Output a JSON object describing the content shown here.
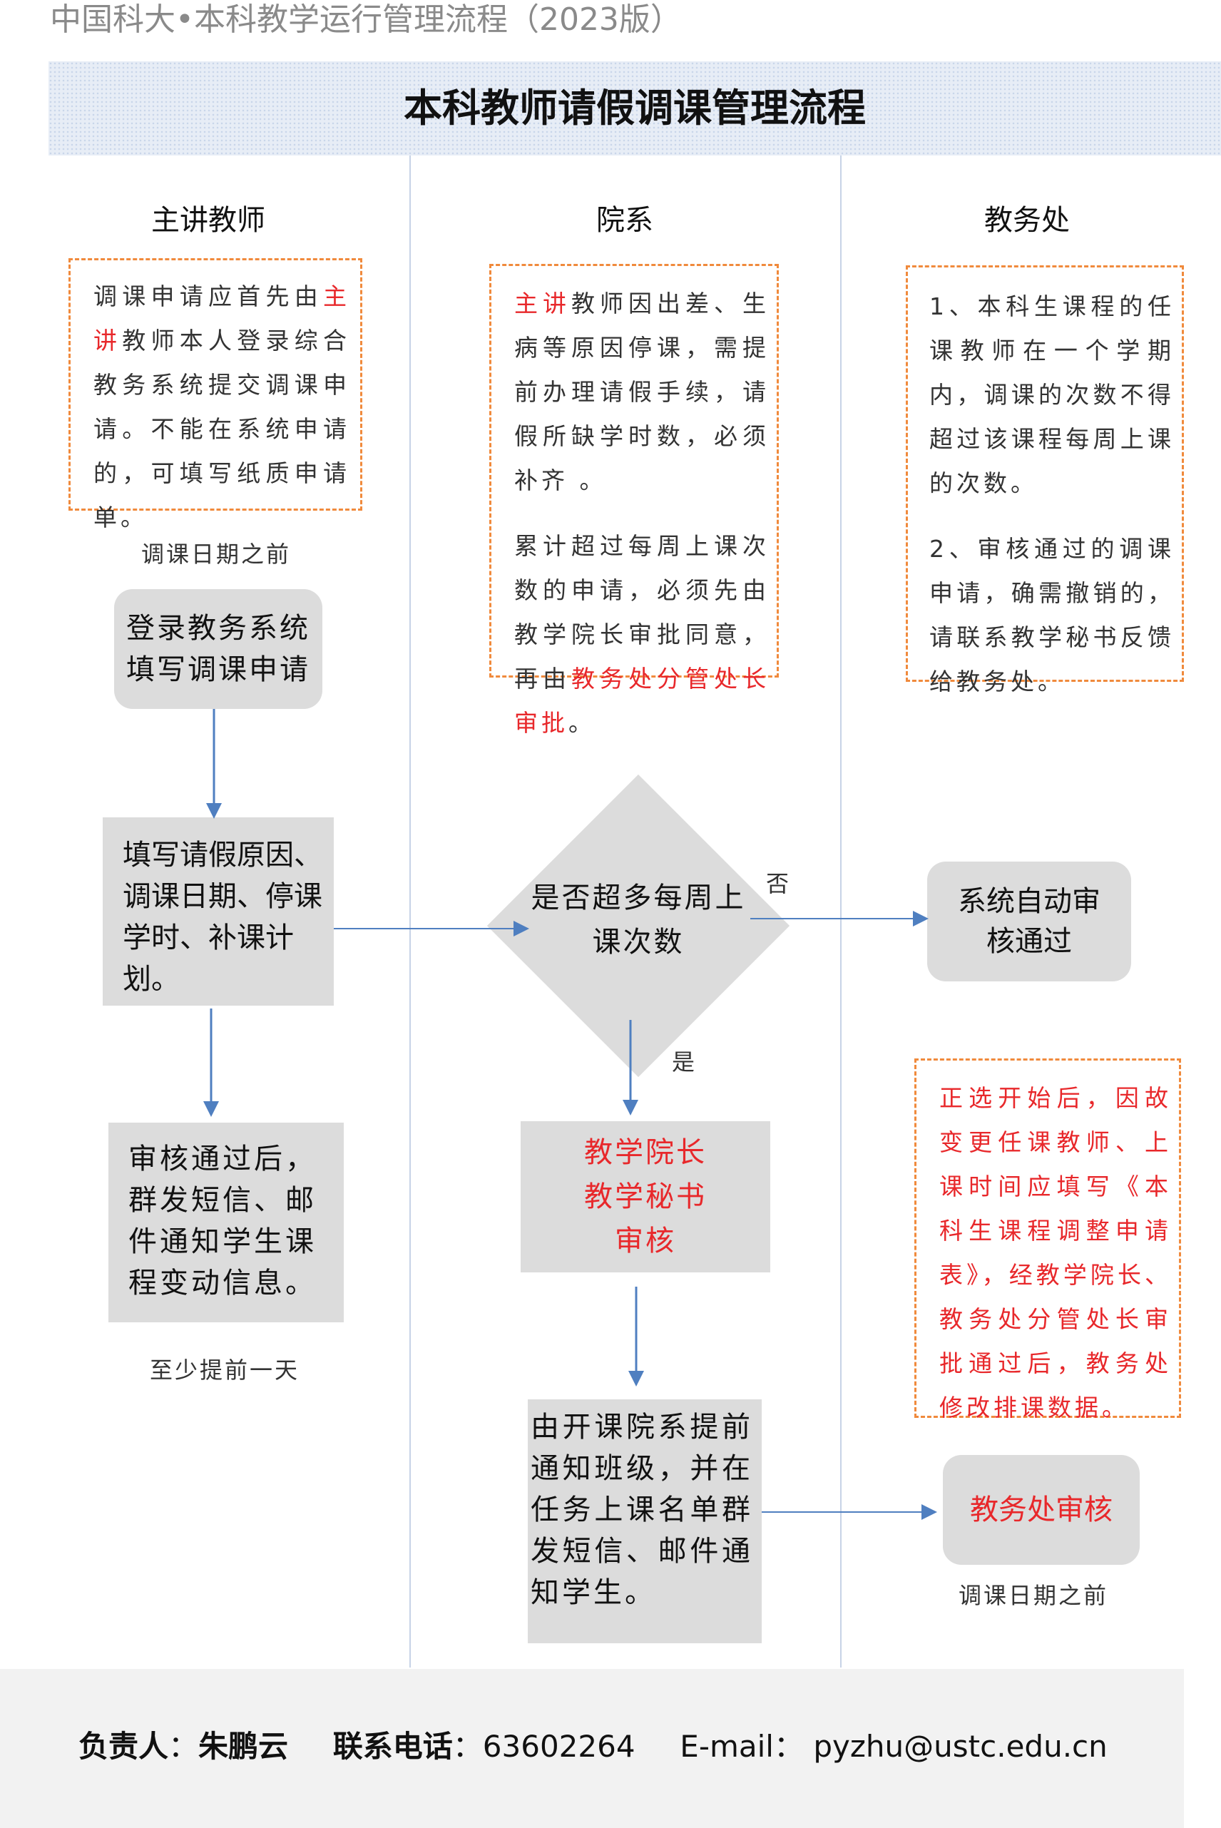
{
  "page": {
    "top_title": "中国科大•本科教学运行管理流程（2023版）",
    "banner_title": "本科教师请假调课管理流程"
  },
  "lanes": {
    "teacher": "主讲教师",
    "department": "院系",
    "office": "教务处"
  },
  "notes": {
    "teacher_note": {
      "part1": "调课申请应首先由",
      "part2_red": "主讲",
      "part3": "教师本人登录综合教务系统提交调课申请。不能在系统申请的，可填写纸质申请单。"
    },
    "dept_note": {
      "p1_red": "主讲",
      "p1": "教师因出差、生病等原因停课，需提前办理请假手续，请假所缺学时数，必须补齐  。",
      "p2": "累计超过每周上课次数的申请，必须先由教学院长审批同意，再由",
      "p2_red": "教务处分管处长审批",
      "p2_end": "。"
    },
    "office_note": {
      "p1": "1、本科生课程的任课教师在一个学期内，调课的次数不得超过该课程每周上课的次数。",
      "p2": "2、审核通过的调课申请，确需撤销的，请联系教学秘书反馈给教务处。"
    },
    "office_note2": "正选开始后，因故变更任课教师、上课时间应填写《本科生课程调整申请表》，经教学院长、教务处分管处长审批通过后，教务处修改排课数据。"
  },
  "captions": {
    "before_date_1": "调课日期之前",
    "at_least_one_day": "至少提前一天",
    "before_date_2": "调课日期之前"
  },
  "nodes": {
    "login": "登录教务系统填写调课申请",
    "fill_form": "填写请假原因、调课日期、停课学时、补课计划。",
    "decision": "是否超多每周上课次数",
    "auto_pass": "系统自动审核通过",
    "dean_review": "教学院长教学秘书审核",
    "notify_students": "审核通过后，群发短信、邮件通知学生课程变动信息。",
    "dept_notify": "由开课院系提前通知班级，并在任务上课名单群发短信、邮件通知学生。",
    "office_review": "教务处审核"
  },
  "edge_labels": {
    "no": "否",
    "yes": "是"
  },
  "footer": {
    "owner_label": "负责人",
    "owner": "朱鹏云",
    "phone_label": "联系电话",
    "phone": "63602264",
    "email_label": "E-mail",
    "email": "pyzhu@ustc.edu.cn"
  },
  "colors": {
    "arrow": "#4f7fc0",
    "note_border": "#f08a3c",
    "highlight_red": "#e8282b",
    "box_fill": "#dcdcdc"
  }
}
